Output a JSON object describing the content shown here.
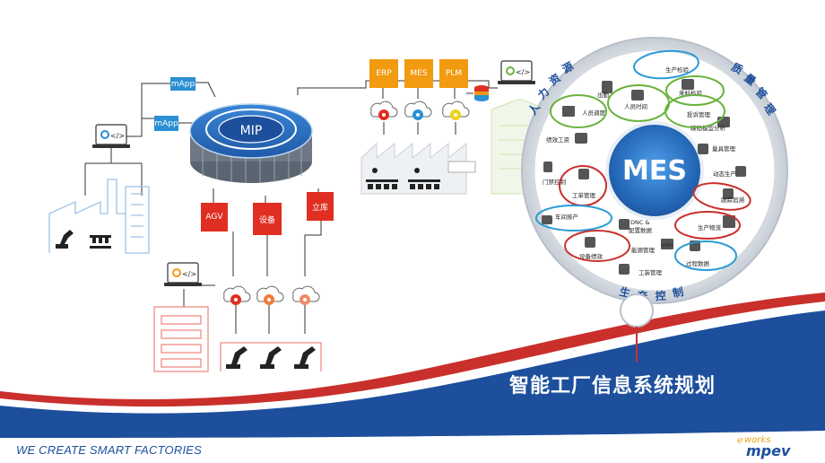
{
  "colors": {
    "navy": "#1d4f9c",
    "red": "#c9302c",
    "blue_tag": "#2a8fd4",
    "orange_tag": "#f29a10",
    "red_tag": "#e02f22",
    "mes_blue": "#2468b8"
  },
  "left": {
    "mapp_top": "mApp",
    "mapp_bottom": "mApp",
    "mip_label": "MIP",
    "code_glyph": "</>",
    "bottom_tags": [
      "AGV",
      "设备",
      "立库"
    ]
  },
  "top_systems": [
    "ERP",
    "MES",
    "PLM"
  ],
  "wheel": {
    "center": "MES",
    "arc_top_left": [
      "人",
      "力",
      "资",
      "源"
    ],
    "arc_top_right": [
      "质",
      "量",
      "管",
      "理"
    ],
    "arc_bottom": [
      "生",
      "产",
      "控",
      "制"
    ],
    "modules": {
      "production_inspection": "生产检验",
      "hr_attendance": "出勤",
      "personnel_dispatch": "人员调度",
      "personnel_time": "人员时间",
      "incoming_inspection": "来料检验",
      "complaint_mgmt": "投诉管理",
      "defect_analysis": "缺陷模型分析",
      "performance_wage": "绩效工资",
      "gauge_mgmt": "量具管理",
      "access_control": "门禁控制",
      "dynamic_production": "动态生产",
      "work_order": "工单管理",
      "traceability": "跟踪追溯",
      "workshop_scheduling": "车间排产",
      "dnc": "DNC &",
      "dnc_config": "配置数据",
      "logistics": "生产物流",
      "energy": "能源管理",
      "energy_unit": "kWh",
      "equipment_performance": "设备绩效",
      "process_data": "过程数据",
      "tooling": "工装管理"
    }
  },
  "banner_title": "智能工厂信息系统规划",
  "footer": "WE CREATE SMART FACTORIES",
  "logo": {
    "e": "e",
    "works": "works",
    "main": "mpev"
  }
}
